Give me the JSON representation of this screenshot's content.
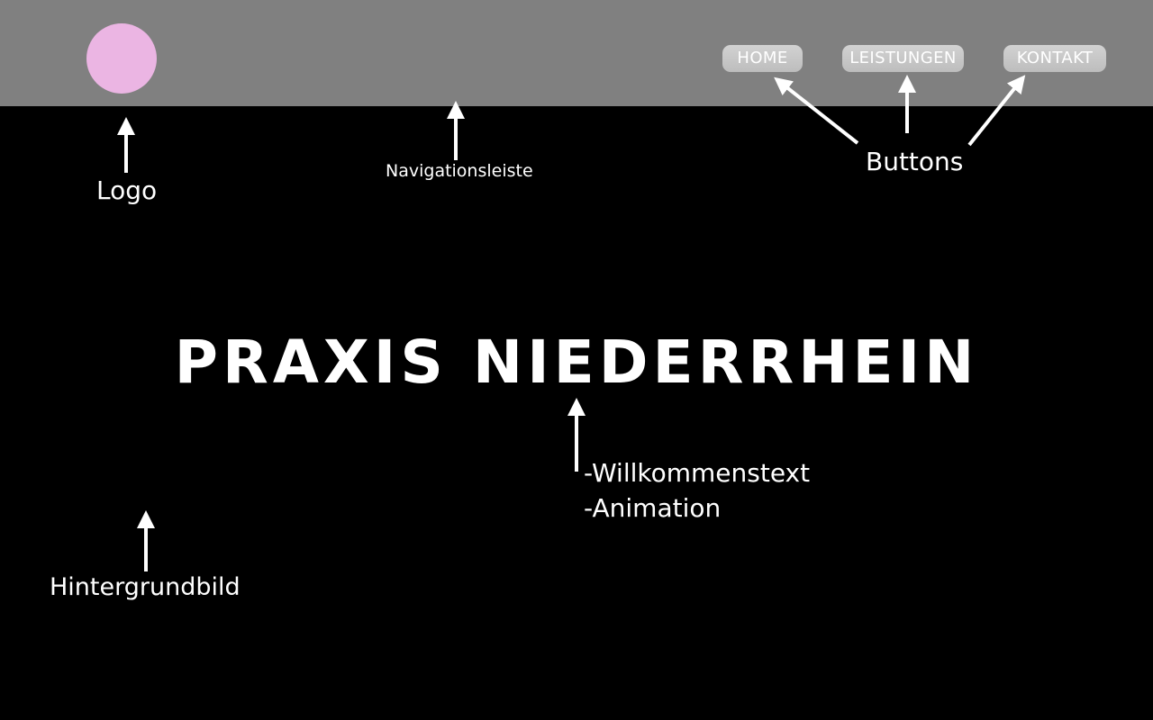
{
  "navbar": {
    "background_color": "#808080",
    "logo": {
      "color": "#ebb5e3",
      "shape": "circle"
    },
    "buttons": [
      {
        "label": "HOME"
      },
      {
        "label": "LEISTUNGEN"
      },
      {
        "label": "KONTAKT"
      }
    ]
  },
  "hero": {
    "title": "PRAXIS NIEDERRHEIN",
    "background_color": "#000000"
  },
  "annotations": {
    "logo": "Logo",
    "navigation": "Navigationsleiste",
    "buttons": "Buttons",
    "background": "Hintergrundbild",
    "welcome_line1": "-Willkommenstext",
    "welcome_line2": "-Animation"
  }
}
